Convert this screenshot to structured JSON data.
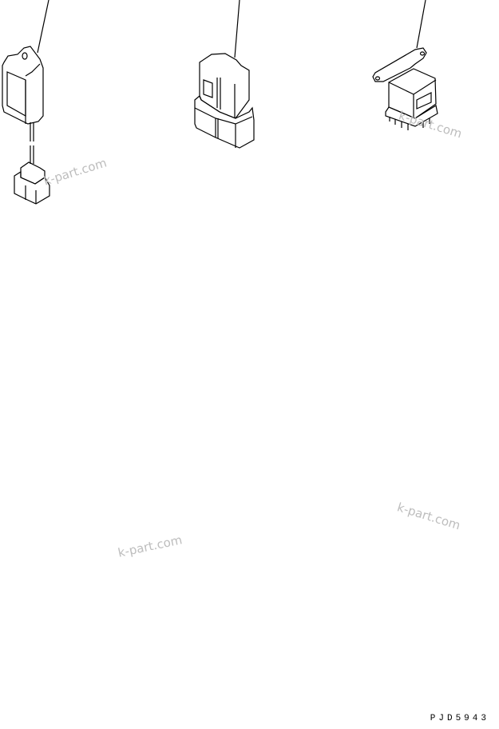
{
  "diagram": {
    "parts": [
      {
        "name": "sensor-with-connector"
      },
      {
        "name": "connector"
      },
      {
        "name": "relay-with-bracket"
      }
    ],
    "watermarks": [
      "k-part.com",
      "k-part.com",
      "k-part.com",
      "k-part.com"
    ],
    "drawing_code": "PJD5943",
    "colors": {
      "line": "#000000",
      "watermark": "#bdbdbd"
    }
  }
}
